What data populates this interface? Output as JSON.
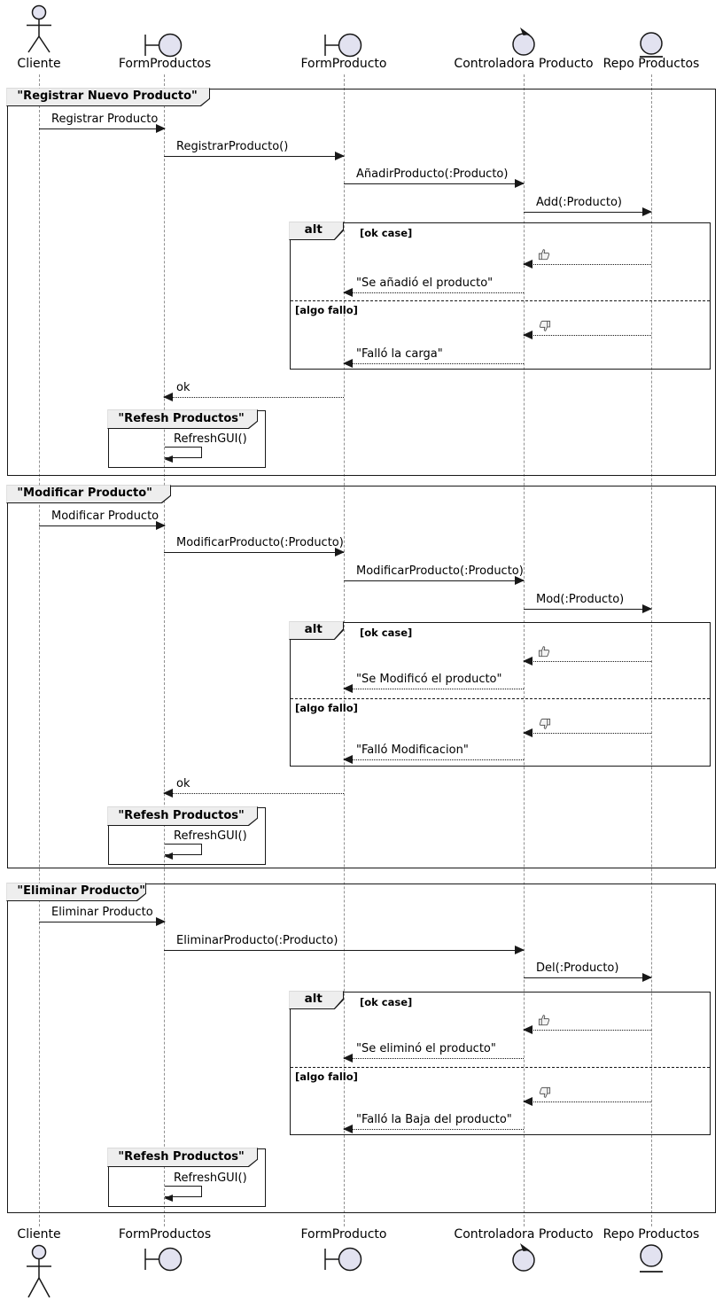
{
  "diagram_type": "uml-sequence-diagram",
  "colors": {
    "participant_fill": "#E2E2F0",
    "frame_tab_fill": "#EEEEEE",
    "line": "#181818",
    "lifeline": "#909090",
    "background": "#FFFFFF"
  },
  "participants": [
    {
      "label": "Cliente",
      "type": "actor"
    },
    {
      "label": "FormProductos",
      "type": "boundary"
    },
    {
      "label": "FormProducto",
      "type": "boundary"
    },
    {
      "label": "Controladora Producto",
      "type": "control"
    },
    {
      "label": "Repo Productos",
      "type": "entity"
    }
  ],
  "frames": [
    {
      "title": "\"Registrar Nuevo Producto\"",
      "messages": [
        "Registrar Producto",
        "RegistrarProducto()",
        "AñadirProducto(:Producto)",
        "Add(:Producto)"
      ],
      "alt": {
        "operator": "alt",
        "ok_guard": "[ok case]",
        "ok_result_icon": "👍",
        "ok_reply": "\"Se añadió el producto\"",
        "fail_guard": "[algo fallo]",
        "fail_result_icon": "👎",
        "fail_reply": "\"Falló la carga\""
      },
      "after_alt_reply": "ok",
      "refresh_frame": {
        "title": "\"Refesh Productos\"",
        "message": "RefreshGUI()"
      }
    },
    {
      "title": "\"Modificar Producto\"",
      "messages": [
        "Modificar Producto",
        "ModificarProducto(:Producto)",
        "ModificarProducto(:Producto)",
        "Mod(:Producto)"
      ],
      "alt": {
        "operator": "alt",
        "ok_guard": "[ok case]",
        "ok_result_icon": "👍",
        "ok_reply": "\"Se Modificó el producto\"",
        "fail_guard": "[algo fallo]",
        "fail_result_icon": "👎",
        "fail_reply": "\"Falló Modificacion\""
      },
      "after_alt_reply": "ok",
      "refresh_frame": {
        "title": "\"Refesh Productos\"",
        "message": "RefreshGUI()"
      }
    },
    {
      "title": "\"Eliminar Producto\"",
      "messages": [
        "Eliminar Producto",
        "EliminarProducto(:Producto)",
        "Del(:Producto)"
      ],
      "alt": {
        "operator": "alt",
        "ok_guard": "[ok case]",
        "ok_result_icon": "👍",
        "ok_reply": "\"Se eliminó el producto\"",
        "fail_guard": "[algo fallo]",
        "fail_result_icon": "👎",
        "fail_reply": "\"Falló la Baja del producto\""
      },
      "refresh_frame": {
        "title": "\"Refesh Productos\"",
        "message": "RefreshGUI()"
      }
    }
  ]
}
